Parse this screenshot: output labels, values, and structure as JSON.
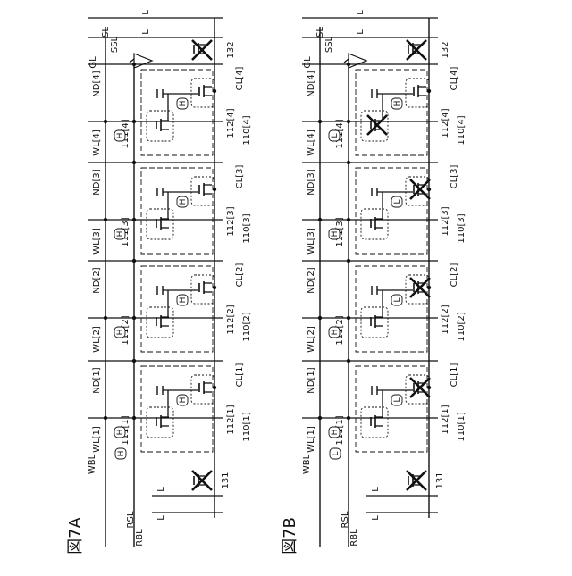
{
  "panels": [
    {
      "fig_label": "図7A",
      "top_lines": [
        "SL",
        "SSL",
        "GL"
      ],
      "top_levels": [
        "L",
        "L"
      ],
      "nodes": [
        "ND[1]",
        "ND[2]",
        "ND[3]",
        "ND[4]"
      ],
      "word_lines": [
        "WL[1]",
        "WL[2]",
        "WL[3]",
        "WL[4]"
      ],
      "capacitor_lines": [
        "CL[1]",
        "CL[2]",
        "CL[3]",
        "CL[4]"
      ],
      "write_transistors": [
        "111[1]",
        "111[2]",
        "111[3]",
        "111[4]"
      ],
      "read_transistors": [
        "112[1]",
        "112[2]",
        "112[3]",
        "112[4]"
      ],
      "cells": [
        "110[1]",
        "110[2]",
        "110[3]",
        "110[4]"
      ],
      "wl_levels": [
        "H",
        "H",
        "H",
        "H"
      ],
      "node_levels": [
        "H",
        "H",
        "H",
        "H"
      ],
      "wbl_level": "H",
      "bottom_lines": [
        "WBL",
        "RSL",
        "RBL"
      ],
      "bottom_levels": [
        "L",
        "L"
      ],
      "switches": [
        "131",
        "132"
      ],
      "crossed_read": [
        false,
        false,
        false,
        false
      ],
      "crossed_write": [
        false,
        false,
        false,
        false
      ]
    },
    {
      "fig_label": "図7B",
      "top_lines": [
        "SL",
        "SSL",
        "GL"
      ],
      "top_levels": [
        "L",
        "L"
      ],
      "nodes": [
        "ND[1]",
        "ND[2]",
        "ND[3]",
        "ND[4]"
      ],
      "word_lines": [
        "WL[1]",
        "WL[2]",
        "WL[3]",
        "WL[4]"
      ],
      "capacitor_lines": [
        "CL[1]",
        "CL[2]",
        "CL[3]",
        "CL[4]"
      ],
      "write_transistors": [
        "111[1]",
        "111[2]",
        "111[3]",
        "111[4]"
      ],
      "read_transistors": [
        "112[1]",
        "112[2]",
        "112[3]",
        "112[4]"
      ],
      "cells": [
        "110[1]",
        "110[2]",
        "110[3]",
        "110[4]"
      ],
      "wl_levels": [
        "H",
        "H",
        "H",
        "L"
      ],
      "node_levels": [
        "L",
        "L",
        "L",
        "H"
      ],
      "wbl_level": "L",
      "bottom_lines": [
        "WBL",
        "RSL",
        "RBL"
      ],
      "bottom_levels": [
        "L",
        "L"
      ],
      "switches": [
        "131",
        "132"
      ],
      "crossed_read": [
        true,
        true,
        true,
        false
      ],
      "crossed_write": [
        false,
        false,
        false,
        true
      ]
    }
  ]
}
